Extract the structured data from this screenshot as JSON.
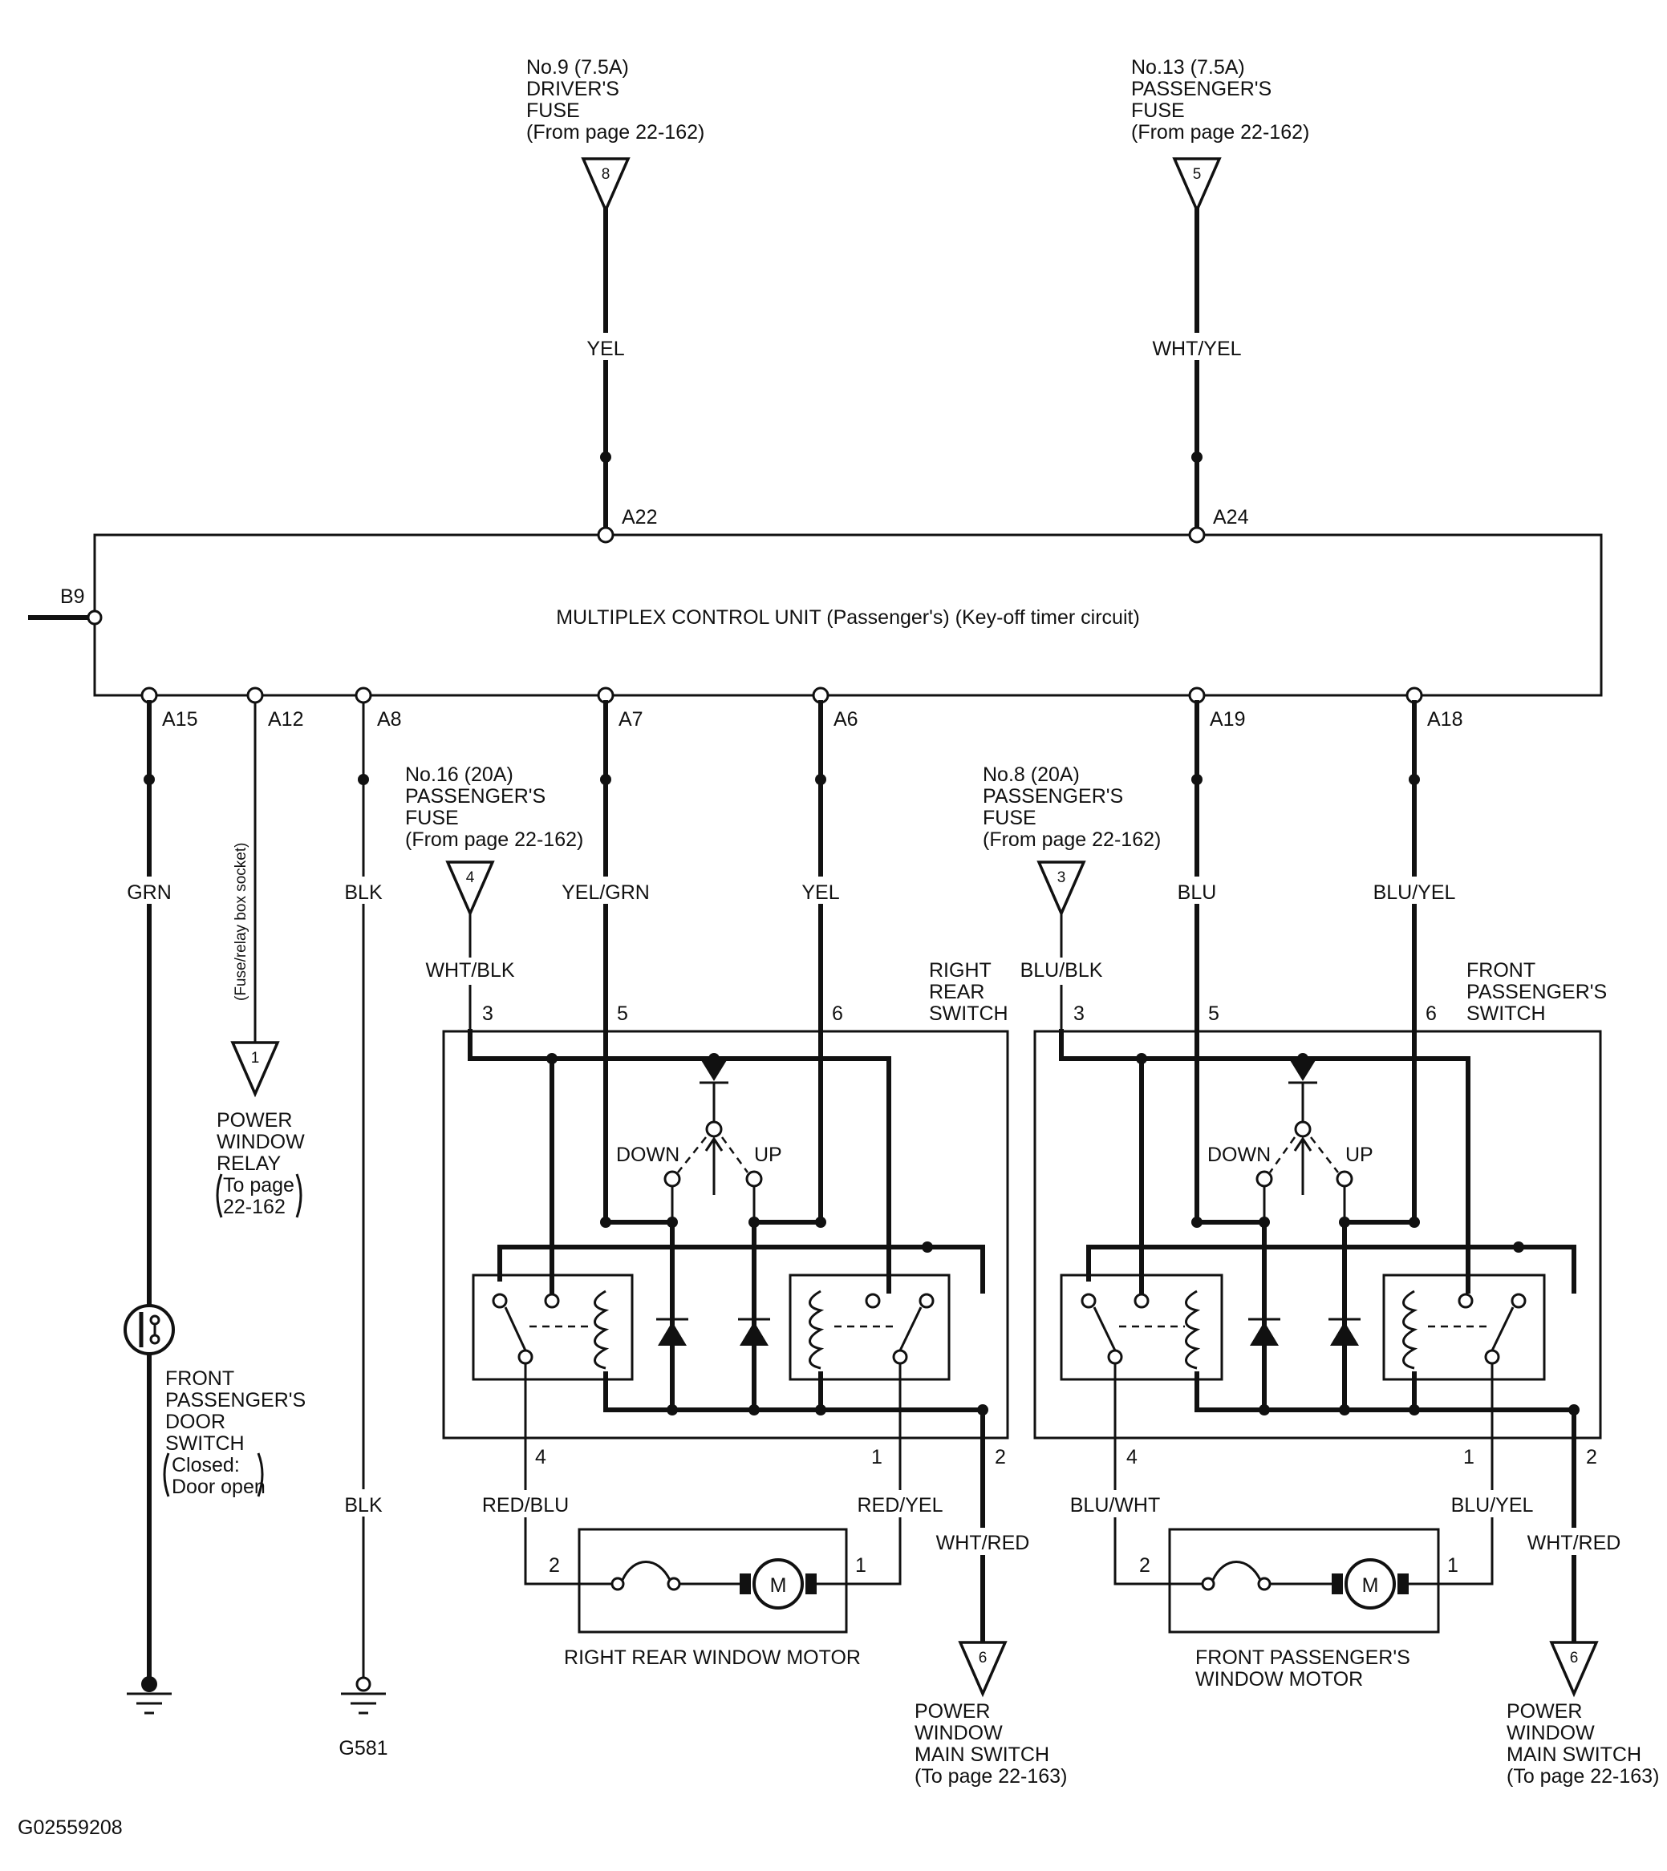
{
  "fuses": {
    "drivers": {
      "lines": [
        "No.9 (7.5A)",
        "DRIVER'S",
        "FUSE",
        "(From page 22-162)"
      ],
      "terminal": "8"
    },
    "passengers": {
      "lines": [
        "No.13 (7.5A)",
        "PASSENGER'S",
        "FUSE",
        "(From page 22-162)"
      ],
      "terminal": "5"
    },
    "rear": {
      "lines": [
        "No.16 (20A)",
        "PASSENGER'S",
        "FUSE",
        "(From page 22-162)"
      ],
      "terminal": "4"
    },
    "front": {
      "lines": [
        "No.8 (20A)",
        "PASSENGER'S",
        "FUSE",
        "(From page 22-162)"
      ],
      "terminal": "3"
    }
  },
  "control_unit": {
    "label": "MULTIPLEX CONTROL UNIT (Passenger's) (Key-off timer circuit)",
    "pins": [
      "B9",
      "A22",
      "A24",
      "A15",
      "A12",
      "A8",
      "A7",
      "A6",
      "A19",
      "A18"
    ]
  },
  "wires": {
    "yel_top": "YEL",
    "wht_yel": "WHT/YEL",
    "grn": "GRN",
    "blk": "BLK",
    "blk_low": "BLK",
    "wht_blk": "WHT/BLK",
    "yel_grn": "YEL/GRN",
    "yel": "YEL",
    "blu_blk": "BLU/BLK",
    "blu": "BLU",
    "blu_yel": "BLU/YEL",
    "red_blu": "RED/BLU",
    "red_yel": "RED/YEL",
    "wht_red_1": "WHT/RED",
    "blu_wht": "BLU/WHT",
    "blu_yel_2": "BLU/YEL",
    "wht_red_2": "WHT/RED"
  },
  "fuse_relay_socket": "(Fuse/relay box socket)",
  "power_window_relay": {
    "terminal": "1",
    "lines": [
      "POWER",
      "WINDOW",
      "RELAY",
      "To page",
      "22-162"
    ]
  },
  "door_switch": {
    "lines": [
      "FRONT",
      "PASSENGER'S",
      "DOOR",
      "SWITCH",
      "Closed:",
      "Door open"
    ]
  },
  "ground_label": "G581",
  "rear_switch": {
    "title": [
      "RIGHT",
      "REAR",
      "SWITCH"
    ],
    "top_terms": [
      "3",
      "5",
      "6"
    ],
    "down": "DOWN",
    "up": "UP",
    "bottom_terms": [
      "4",
      "1",
      "2"
    ]
  },
  "front_switch": {
    "title": [
      "FRONT",
      "PASSENGER'S",
      "SWITCH"
    ],
    "top_terms": [
      "3",
      "5",
      "6"
    ],
    "down": "DOWN",
    "up": "UP",
    "bottom_terms": [
      "4",
      "1",
      "2"
    ]
  },
  "rear_motor": {
    "label": "RIGHT REAR WINDOW MOTOR",
    "symbol": "M",
    "terms": [
      "2",
      "1"
    ]
  },
  "front_motor": {
    "label": [
      "FRONT PASSENGER'S",
      "WINDOW MOTOR"
    ],
    "symbol": "M",
    "terms": [
      "2",
      "1"
    ]
  },
  "main_switch_1": {
    "terminal": "6",
    "lines": [
      "POWER",
      "WINDOW",
      "MAIN SWITCH",
      "(To page 22-163)"
    ]
  },
  "main_switch_2": {
    "terminal": "6",
    "lines": [
      "POWER",
      "WINDOW",
      "MAIN SWITCH",
      "(To page 22-163)"
    ]
  },
  "figure_id": "G02559208"
}
